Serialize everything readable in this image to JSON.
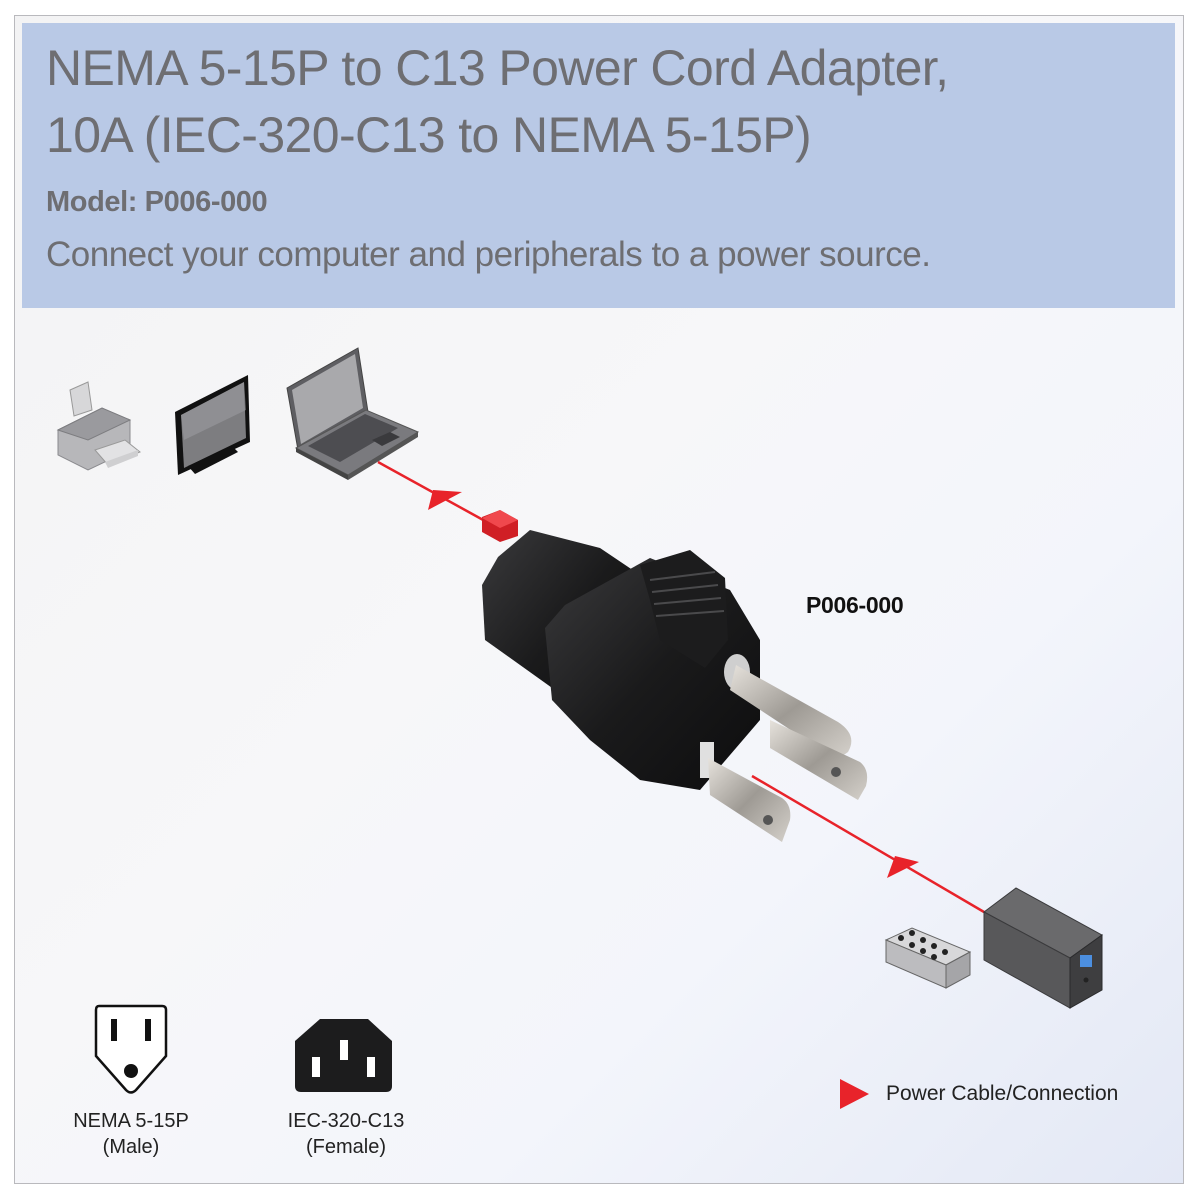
{
  "header": {
    "title_line1": "NEMA 5-15P to C13 Power Cord Adapter,",
    "title_line2": "10A (IEC-320-C13 to NEMA 5-15P)",
    "model": "Model: P006-000",
    "subtitle": "Connect your computer and peripherals to a power source.",
    "background_color": "#b9c9e6",
    "text_color": "#6e6e72"
  },
  "diagram": {
    "product_label": "P006-000",
    "devices_top": [
      {
        "name": "printer-icon"
      },
      {
        "name": "monitor-icon"
      },
      {
        "name": "laptop-icon"
      }
    ],
    "devices_bottom": [
      {
        "name": "power-strip-icon"
      },
      {
        "name": "ups-icon"
      }
    ],
    "cable_color": "#e8232a"
  },
  "connectors": [
    {
      "label_line1": "NEMA 5-15P",
      "label_line2": "(Male)"
    },
    {
      "label_line1": "IEC-320-C13",
      "label_line2": "(Female)"
    }
  ],
  "legend": {
    "label": "Power Cable/Connection",
    "color": "#e8232a"
  }
}
